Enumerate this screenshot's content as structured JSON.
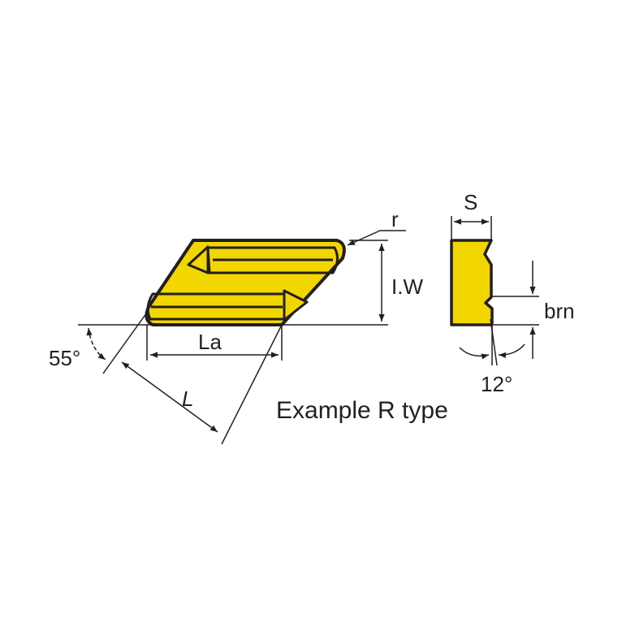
{
  "labels": {
    "r": "r",
    "iw": "I.W",
    "la": "La",
    "angle_55": "55°",
    "l": "L",
    "s": "S",
    "brn": "brn",
    "angle_12": "12°",
    "caption": "Example R type"
  },
  "colors": {
    "insert_fill": "#f2d600",
    "line": "#231f20",
    "background": "#ffffff"
  }
}
